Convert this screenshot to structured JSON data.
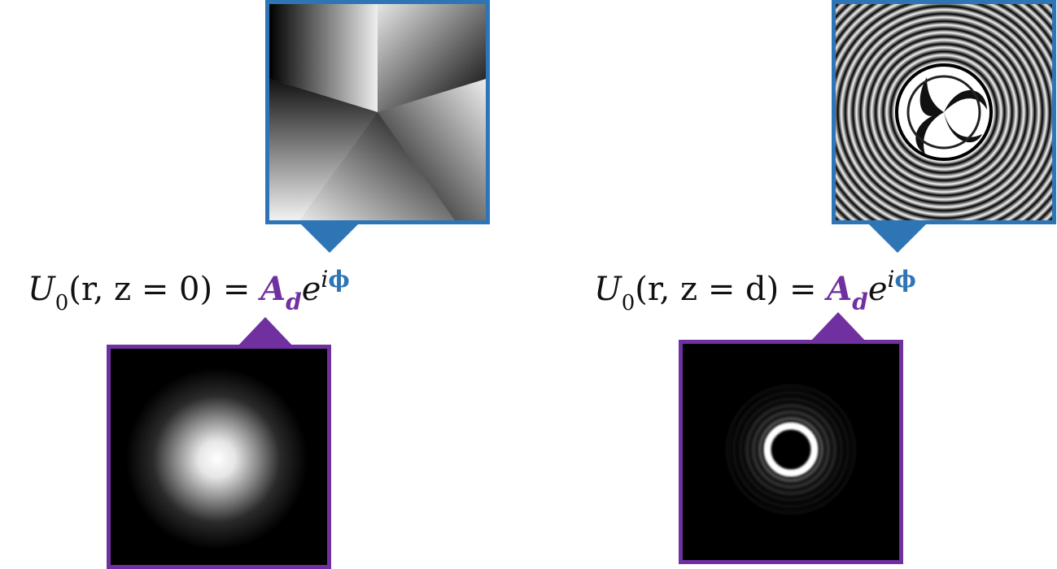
{
  "equations": {
    "left": {
      "lhs_symbol": "U",
      "lhs_sub": "0",
      "lhs_args": "(r, z = 0) =",
      "amp": "A",
      "amp_sub": "d",
      "exp_base": "e",
      "exp_i": "i",
      "exp_phi": "ϕ"
    },
    "right": {
      "lhs_symbol": "U",
      "lhs_sub": "0",
      "lhs_args": "(r, z = d) =",
      "amp": "A",
      "amp_sub": "d",
      "exp_base": "e",
      "exp_i": "i",
      "exp_phi": "ϕ"
    }
  },
  "panels": {
    "left_phase": {
      "pattern": "spiral-phase-5-sectors",
      "border": "#2e75b6"
    },
    "right_phase": {
      "pattern": "propagated-phase-spiral-rings",
      "border": "#2e75b6"
    },
    "left_amplitude": {
      "pattern": "gaussian-spot",
      "border": "#7030a0"
    },
    "right_amplitude": {
      "pattern": "ring-with-fringes",
      "border": "#7030a0"
    }
  },
  "colors": {
    "phase_accent": "#2e75b6",
    "amplitude_accent": "#7030a0"
  }
}
